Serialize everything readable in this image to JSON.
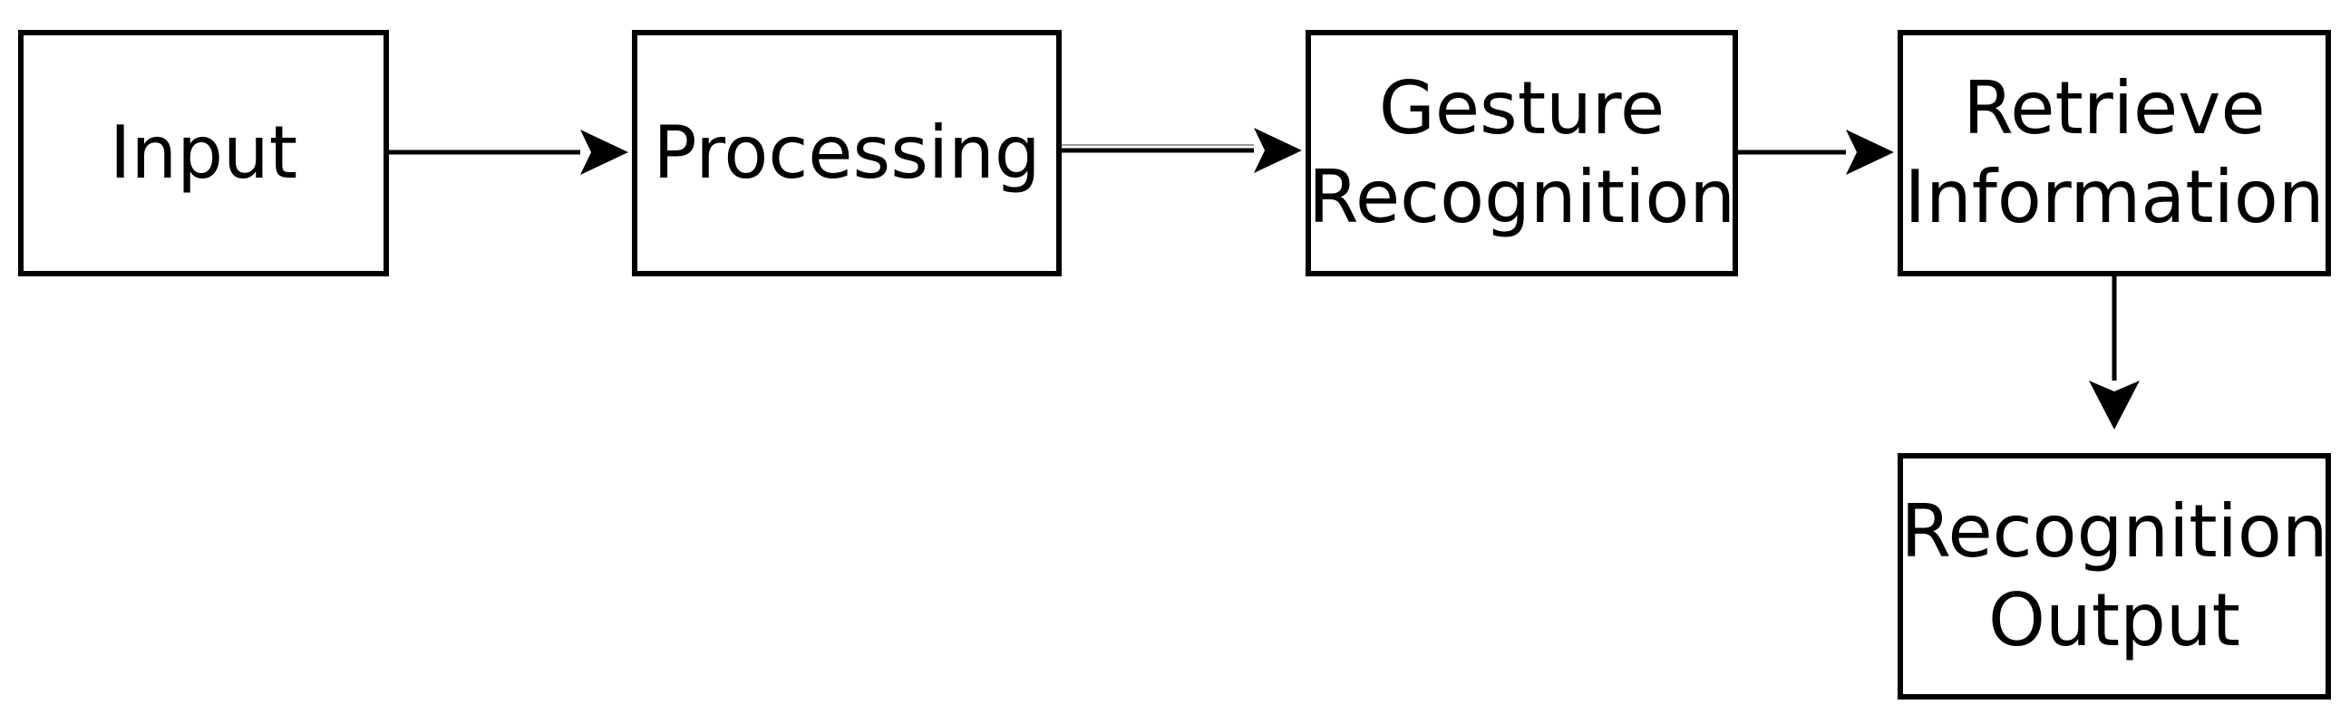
{
  "diagram": {
    "nodes": [
      {
        "id": "input",
        "lines": [
          "Input"
        ]
      },
      {
        "id": "processing",
        "lines": [
          "Processing"
        ]
      },
      {
        "id": "gesture",
        "lines": [
          "Gesture",
          "Recognition"
        ]
      },
      {
        "id": "retrieve",
        "lines": [
          "Retrieve",
          "Information"
        ]
      },
      {
        "id": "output",
        "lines": [
          "Recognition",
          "Output"
        ]
      }
    ],
    "edges": [
      {
        "from": "input",
        "to": "processing"
      },
      {
        "from": "processing",
        "to": "gesture"
      },
      {
        "from": "gesture",
        "to": "retrieve"
      },
      {
        "from": "retrieve",
        "to": "output"
      }
    ],
    "colors": {
      "stroke": "#000000",
      "fill": "#ffffff",
      "text": "#000000"
    }
  }
}
